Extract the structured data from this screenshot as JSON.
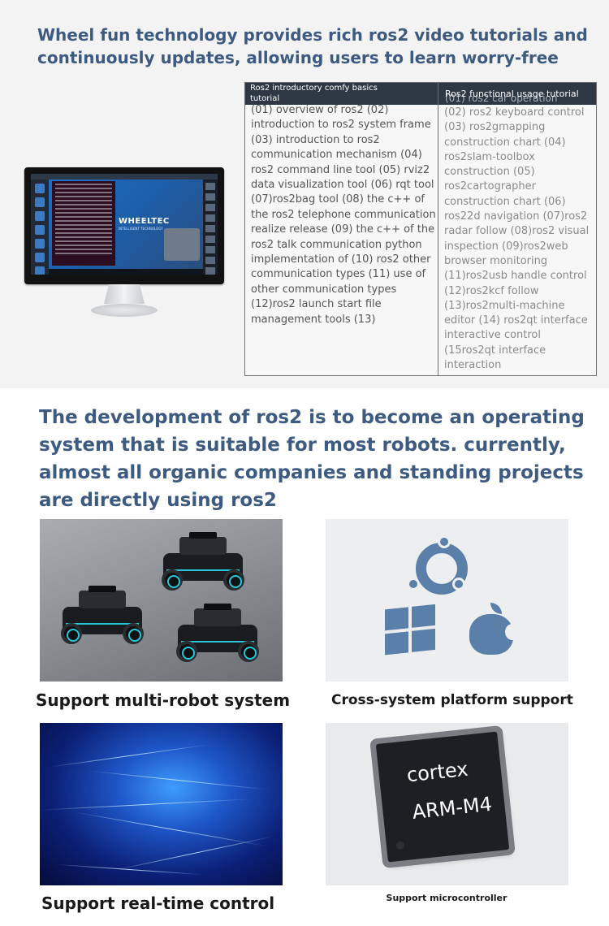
{
  "top": {
    "headline": "Wheel fun technology provides rich ros2 video tutorials and continuously updates, allowing users to learn worry-free",
    "screen_logo": "WHEELTEC",
    "screen_logo_sub": "INTELLIGENT TECHNOLOGY",
    "table": {
      "left_header": "Ros2 introductory comfy basics tutorial",
      "right_header": "Ros2 functional usage tutorial",
      "right_header_ghost": "(01) ros2 car operation",
      "left_body": "(01) overview of ros2 (02) introduction to ros2 system frame (03) introduction to ros2 communication mechanism (04) ros2 command line tool (05) rviz2 data visualization tool (06) rqt tool (07)ros2bag tool (08) the c++ of the ros2 telephone communication realize release (09) the c++ of the ros2 talk communication python implementation of (10) ros2 other communication types (11) use of other communication types (12)ros2 launch start file management tools (13)",
      "right_body": "(02) ros2 keyboard control (03) ros2gmapping construction chart (04) ros2slam-toolbox construction (05) ros2cartographer construction chart (06) ros22d navigation (07)ros2 radar follow (08)ros2 visual inspection (09)ros2web browser monitoring (11)ros2usb handle control (12)ros2kcf follow (13)ros2multi-machine editor (14) ros2qt interface interactive control (15ros2qt interface interaction"
    }
  },
  "mid": {
    "headline": "The development of ros2 is to become an operating system that is suitable for most robots. currently, almost all organic companies and standing projects are directly using ros2"
  },
  "features": [
    {
      "caption": "Support multi-robot system",
      "icon": "robot-car-icon"
    },
    {
      "caption": "Cross-system platform support",
      "icon": "os-logos-icon"
    },
    {
      "caption": "Support real-time control",
      "icon": "realtime-network-icon"
    },
    {
      "caption": "Support microcontroller",
      "icon": "chip-icon",
      "chip_line1": "cortex",
      "chip_line2": "ARM-M4"
    }
  ],
  "colors": {
    "headline": "#3d5a80",
    "os_icon": "#5a7fa8",
    "table_header": "#2e3844",
    "robot_accent": "#27c5d6"
  }
}
